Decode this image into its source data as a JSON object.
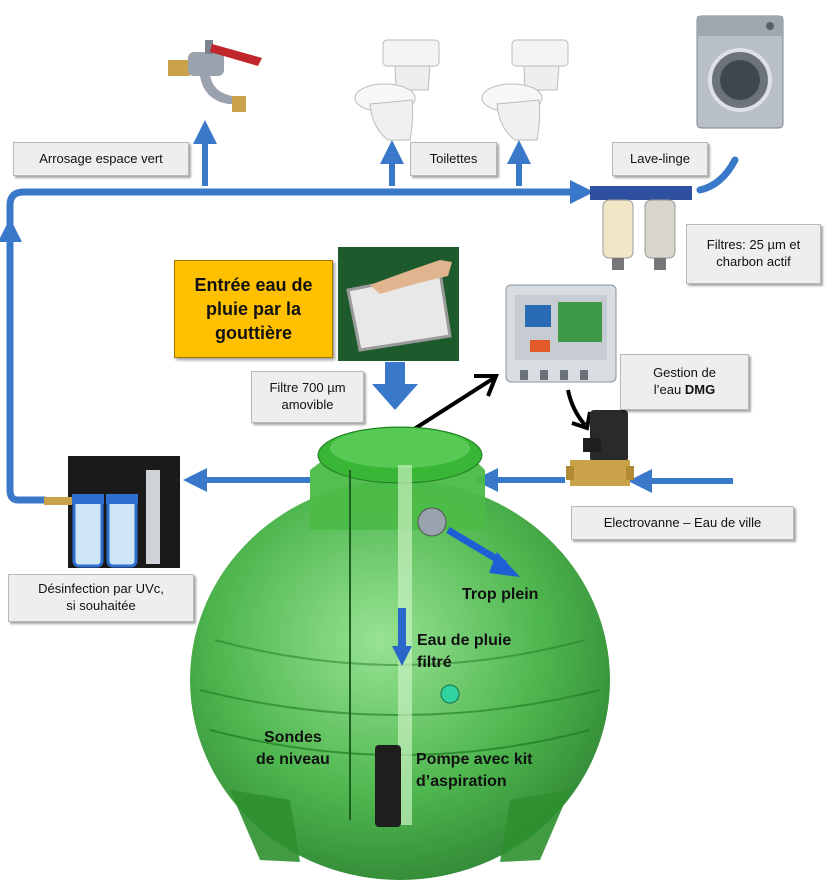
{
  "labels": {
    "arrosage": "Arrosage espace vert",
    "toilettes": "Toilettes",
    "lave_linge": "Lave-linge",
    "filtres_line1": "Filtres: 25 µm et",
    "filtres_line2": "charbon actif",
    "entree_line1": "Entrée eau de",
    "entree_line2": "pluie par la",
    "entree_line3": "gouttière",
    "filtre700_line1": "Filtre 700 µm",
    "filtre700_line2": "amovible",
    "gestion_line1": "Gestion de",
    "gestion_line2a": "l’eau ",
    "gestion_line2b": "DMG",
    "electrovanne": "Electrovanne – Eau de ville",
    "desinfection_line1": "Désinfection par UVc,",
    "desinfection_line2": "si souhaitée"
  },
  "tank_text": {
    "trop_plein": "Trop plein",
    "eau_pluie_line1": "Eau de pluie",
    "eau_pluie_line2": "filtré",
    "sondes_line1": "Sondes",
    "sondes_line2": "de niveau",
    "pompe_line1": "Pompe avec kit",
    "pompe_line2": "d’aspiration"
  },
  "colors": {
    "pipe_blue": "#3a78c9",
    "tank_green": "#3fb03f",
    "highlight_yellow": "#ffc000",
    "overflow_arrow": "#1f5fd6"
  },
  "icons": [
    "garden-tap-icon",
    "toilet-icon",
    "washing-machine-icon",
    "water-filters-icon",
    "rain-filter-basket-icon",
    "control-box-icon",
    "solenoid-valve-icon",
    "uv-disinfection-unit-icon",
    "rainwater-tank-icon"
  ]
}
